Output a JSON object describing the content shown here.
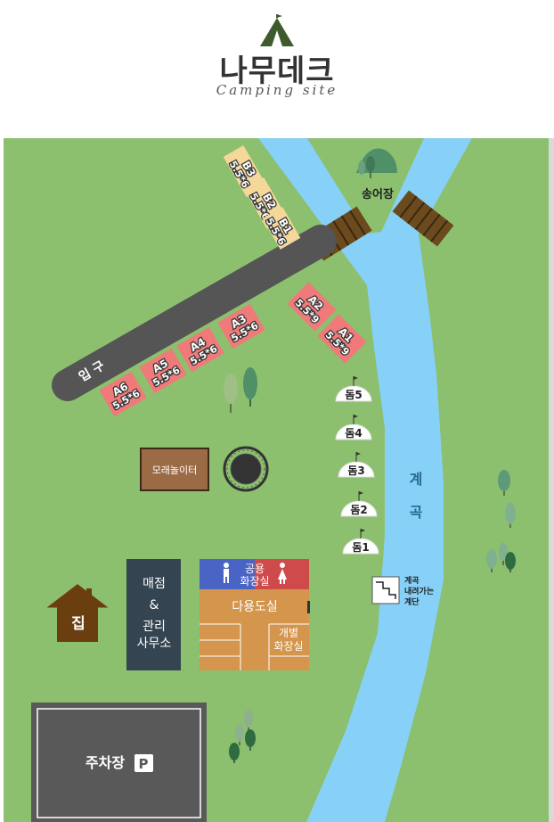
{
  "header": {
    "title": "나무데크",
    "subtitle": "Camping site",
    "logo_icon": "tent-icon"
  },
  "colors": {
    "grass": "#8cc06e",
    "river": "#87d0f7",
    "road": "#555555",
    "deck": "#6b4a1e",
    "site_a": "#f07a7a",
    "site_b": "#f4d89a",
    "building": "#344450",
    "hall": "#d4954c",
    "restroom_male": "#4a64c6",
    "restroom_female": "#cf4b4b",
    "parking": "#595959",
    "house": "#6b3e10",
    "sandbox": "#9b6b46"
  },
  "map": {
    "entrance_label": "입 구",
    "fishing_label": "송어장",
    "stream_label_1": "계",
    "stream_label_2": "곡",
    "stairs_label_1": "계곡",
    "stairs_label_2": "내려가는",
    "stairs_label_3": "계단",
    "sandbox_label": "모래놀이터",
    "house_label": "집",
    "shop_line1": "매점",
    "shop_line2": "&",
    "shop_line3": "관리",
    "shop_line4": "사무소",
    "restroom_line1": "공용",
    "restroom_line2": "화장실",
    "hall_label": "다용도실",
    "private_restroom_line1": "개별",
    "private_restroom_line2": "화장실",
    "parking_label": "주차장",
    "parking_badge": "P"
  },
  "sites_a": [
    {
      "id": "A1",
      "size": "5.5*9"
    },
    {
      "id": "A2",
      "size": "5.5*9"
    },
    {
      "id": "A3",
      "size": "5.5*6"
    },
    {
      "id": "A4",
      "size": "5.5*6"
    },
    {
      "id": "A5",
      "size": "5.5*6"
    },
    {
      "id": "A6",
      "size": "5.5*6"
    }
  ],
  "sites_b": [
    {
      "id": "B1",
      "size": "5.5*6"
    },
    {
      "id": "B2",
      "size": "5.5*6"
    },
    {
      "id": "B3",
      "size": "5.5*6"
    }
  ],
  "domes": [
    "돔5",
    "돔4",
    "돔3",
    "돔2",
    "돔1"
  ]
}
